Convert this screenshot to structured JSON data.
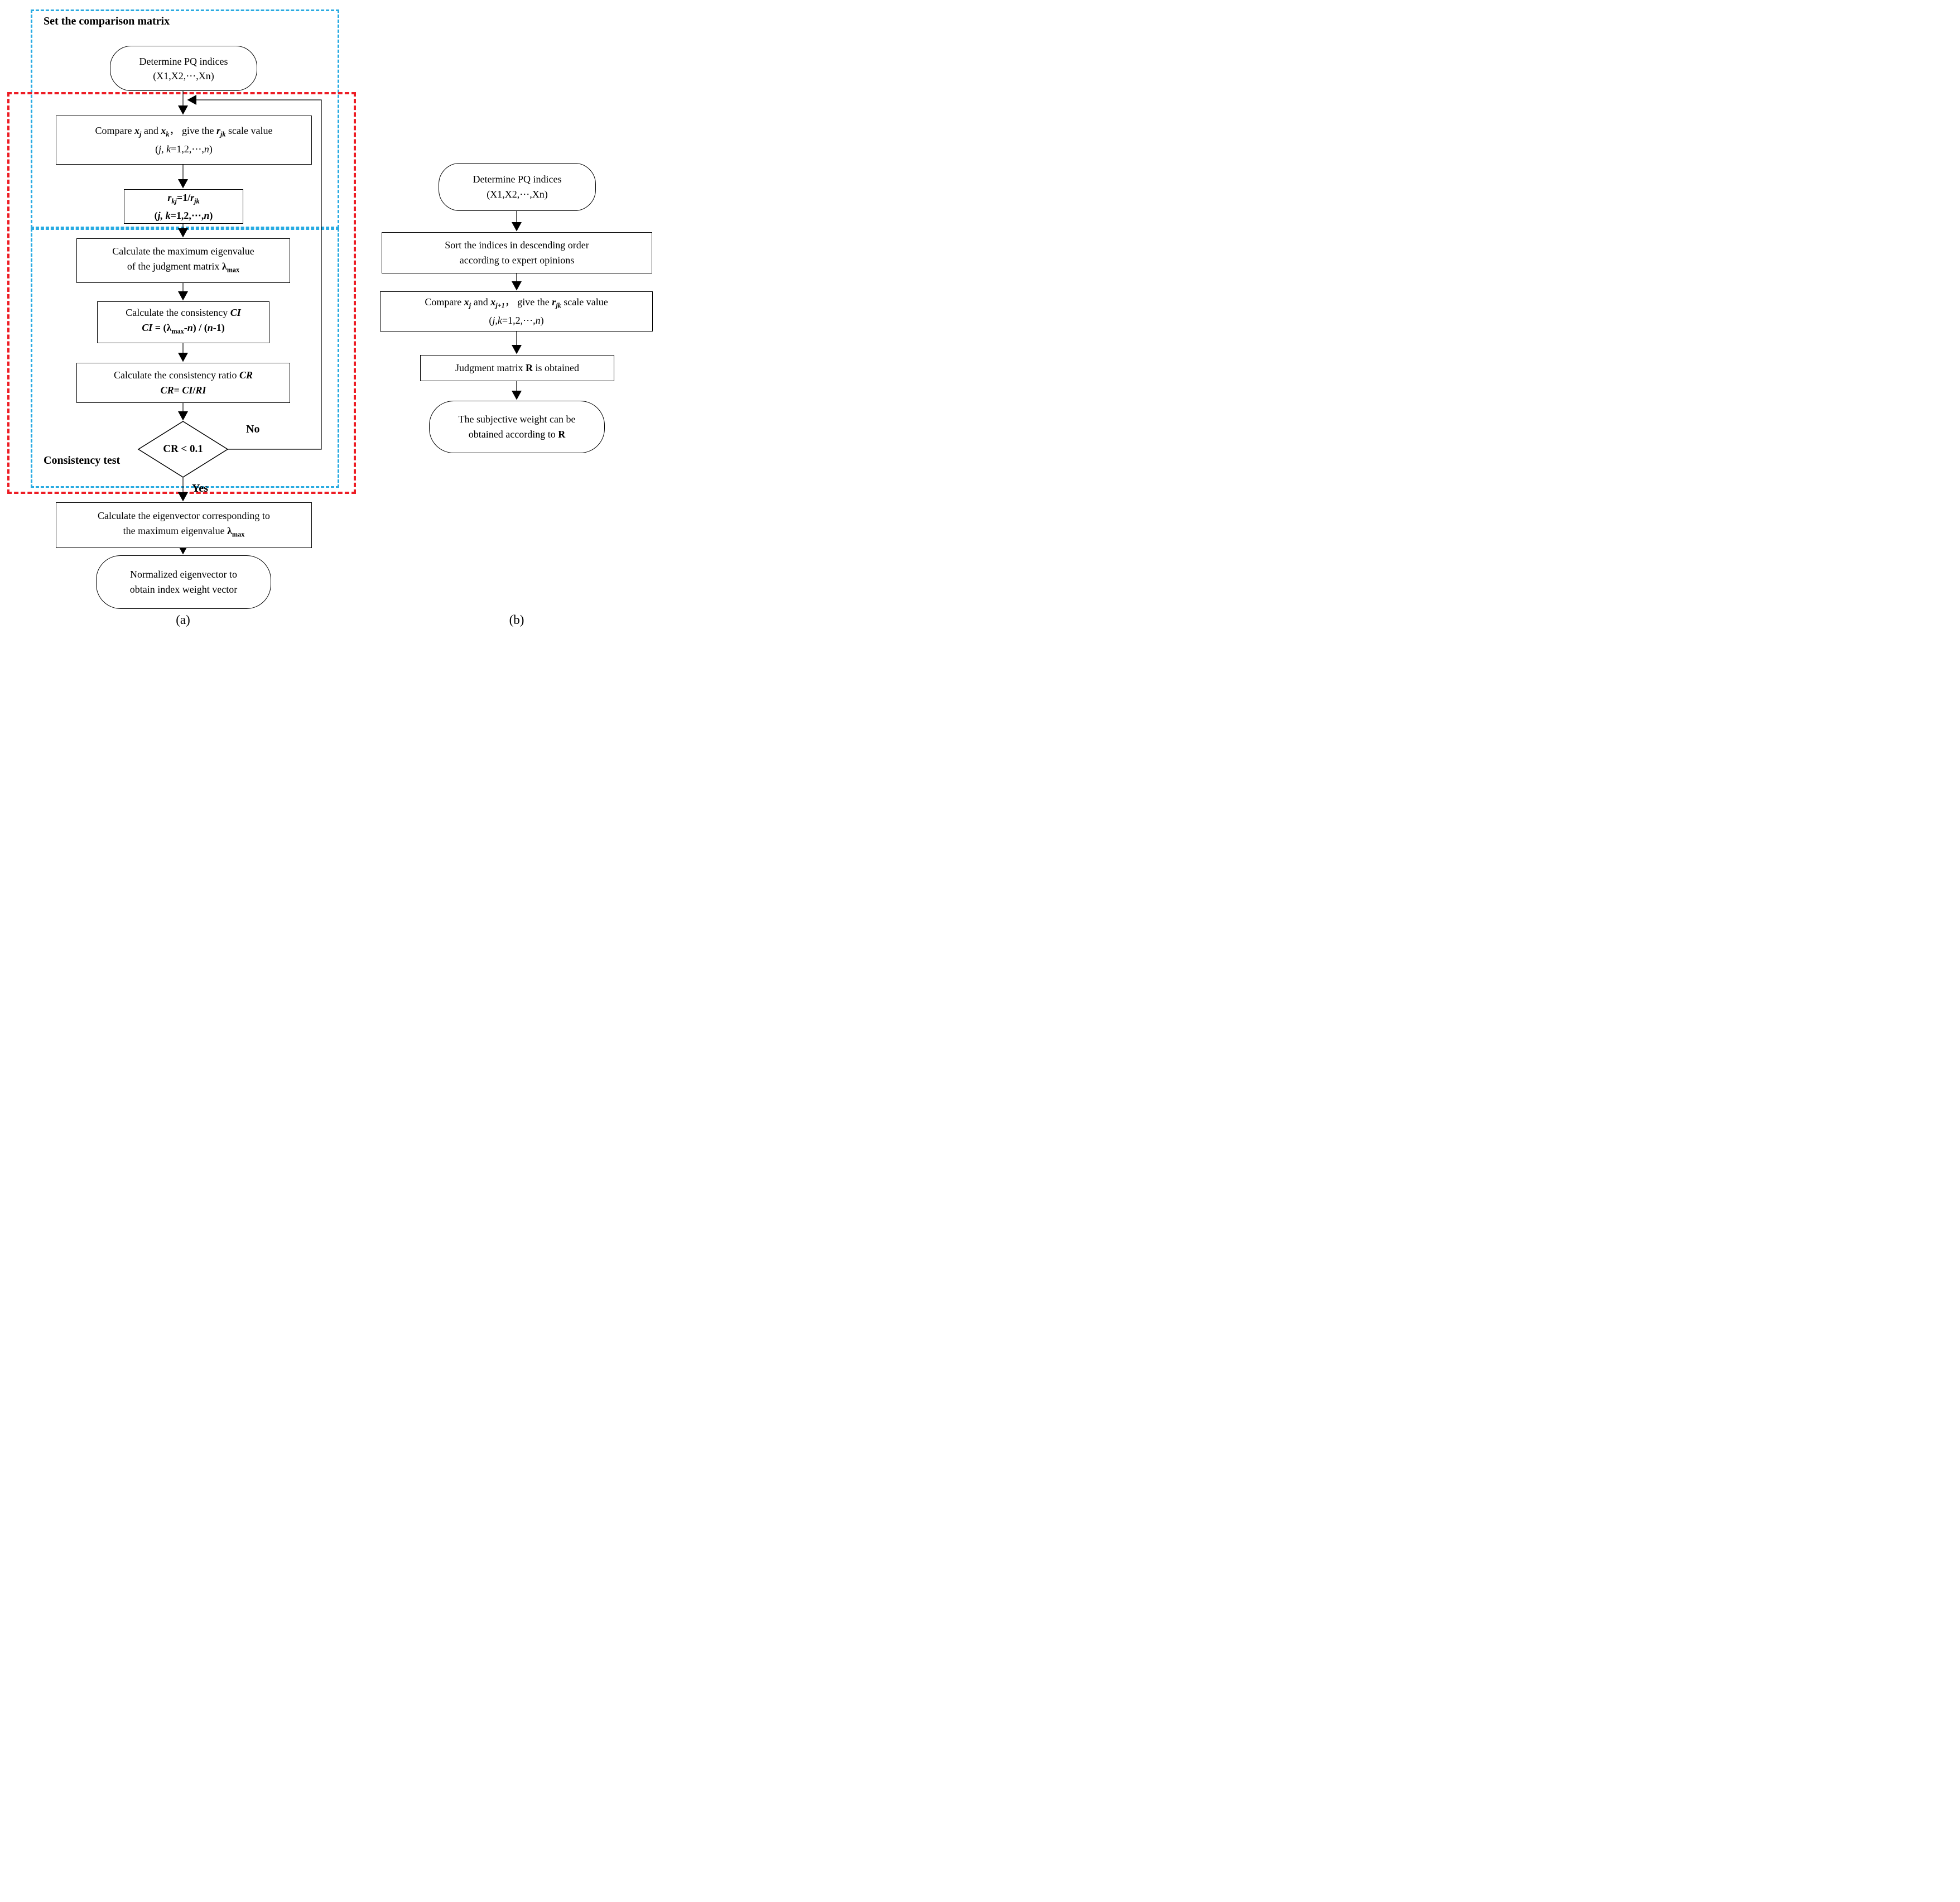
{
  "colors": {
    "blue_dashed": "#29ABE2",
    "red_dashed": "#ED1C24",
    "line_color": "#000000"
  },
  "left_chart": {
    "set_matrix_label": "Set the comparison matrix",
    "consistency_label": "Consistency test",
    "no_label": "No",
    "yes_label": "Yes",
    "caption": "(a)",
    "nodes": {
      "determine": {
        "line1": "Determine PQ indices",
        "line2": "(X1,X2,⋯,Xn)"
      },
      "compare": {
        "line1_html": "Compare <b><i>x<sub>j</sub></i></b> and <b><i>x<sub>k</sub></i></b>，&nbsp;give the <b><i>r<sub>jk</sub></i></b> scale value",
        "line2_html": "(<i>j, k</i>=1,2,⋯,<i>n</i>)"
      },
      "reciprocal": {
        "line1_html": "<b><i>r<sub>kj</sub></i>=1/<i>r<sub>jk</sub></i></b>",
        "line2_html": "<b>(<i>j, k</i>=1,2,⋯,<i>n</i>)</b>"
      },
      "eigenvalue": {
        "line1": "Calculate the maximum eigenvalue",
        "line2_html": "of the judgment matrix <b>λ<sub>max</sub></b>"
      },
      "ci": {
        "line1_html": "Calculate the consistency <b><i>CI</i></b>",
        "line2_html": "<b><i>CI</i> = (λ<sub>max</sub>-<i>n</i>) / (<i>n</i>-1)</b>"
      },
      "cr": {
        "line1_html": "Calculate the consistency ratio <b><i>CR</i></b>",
        "line2_html": "<b><i>CR</i>= <i>CI</i>/<i>RI</i></b>"
      },
      "decision": {
        "text": "CR < 0.1"
      },
      "eigenvector": {
        "line1": "Calculate the eigenvector corresponding to",
        "line2_html": "the maximum eigenvalue <b>λ<sub>max</sub></b>"
      },
      "normalize": {
        "line1": "Normalized eigenvector to",
        "line2": "obtain index weight vector"
      }
    }
  },
  "right_chart": {
    "caption": "(b)",
    "nodes": {
      "determine": {
        "line1": "Determine PQ indices",
        "line2": "(X1,X2,⋯,Xn)"
      },
      "sort": {
        "line1": "Sort the indices in descending order",
        "line2": "according to expert opinions"
      },
      "compare": {
        "line1_html": "Compare <b><i>x<sub>j</sub></i></b> and <b><i>x<sub>j+1</sub></i></b>，&nbsp;give the <b><i>r<sub>jk</sub></i></b> scale value",
        "line2_html": "(<i>j,k</i>=1,2,⋯,<i>n</i>)"
      },
      "judgment": {
        "line_html": "Judgment matrix <b>R</b> is obtained"
      },
      "weight": {
        "line1": "The subjective weight can be",
        "line2_html": "obtained according to <b>R</b>"
      }
    }
  }
}
